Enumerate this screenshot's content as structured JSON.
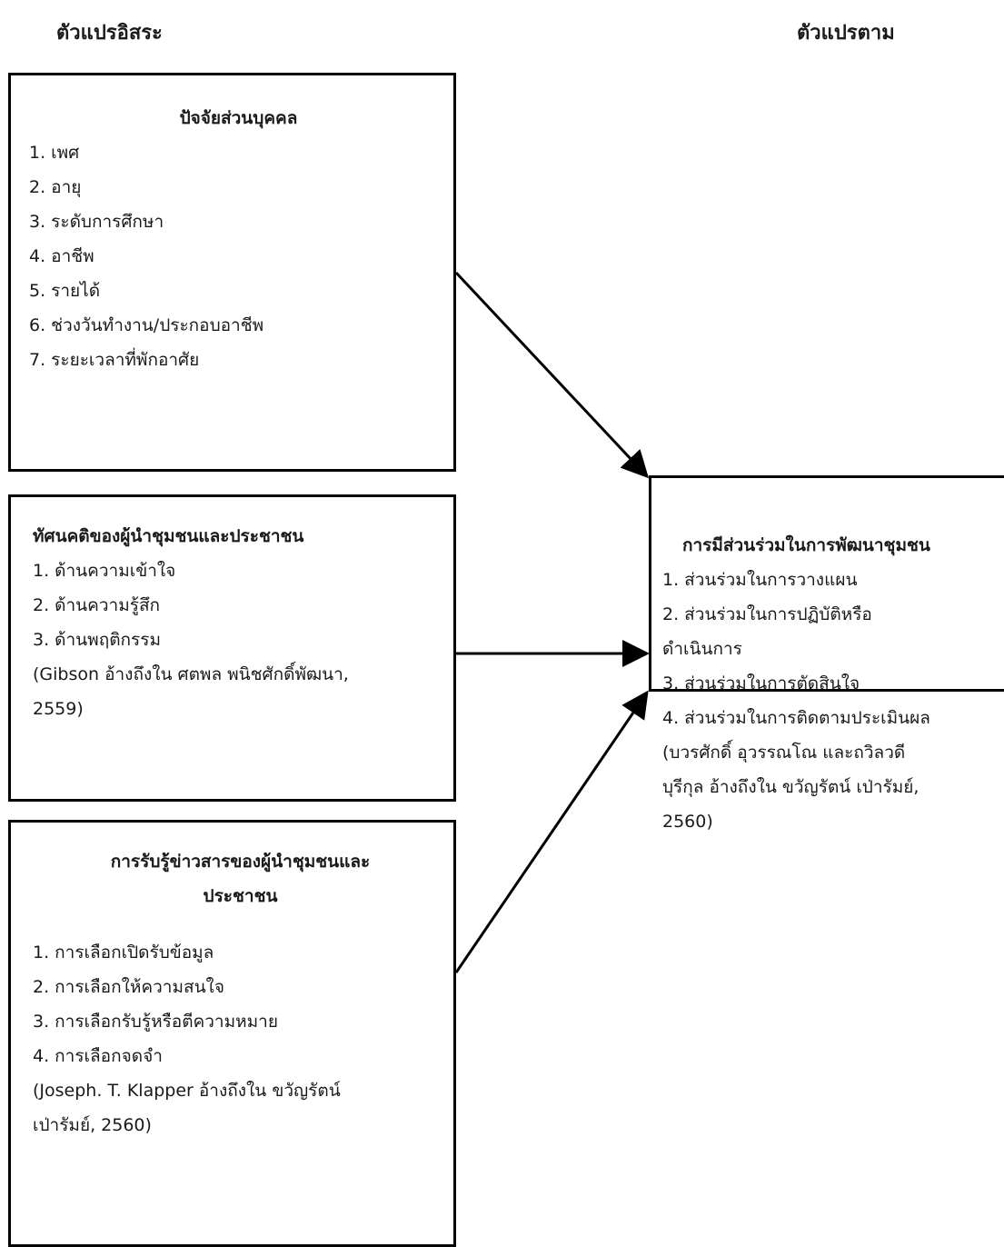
{
  "headings": {
    "independent": "ตัวแปรอิสระ",
    "dependent": "ตัวแปรตาม"
  },
  "box_personal": {
    "title": "ปัจจัยส่วนบุคคล",
    "items": [
      "1. เพศ",
      "2. อายุ",
      "3. ระดับการศึกษา",
      "4. อาชีพ",
      "5. รายได้",
      "6. ช่วงวันทำงาน/ประกอบอาชีพ",
      "7. ระยะเวลาที่พักอาศัย"
    ]
  },
  "box_attitude": {
    "title": "ทัศนคติของผู้นำชุมชนและประชาชน",
    "items": [
      "1. ด้านความเข้าใจ",
      "2. ด้านความรู้สึก",
      "3. ด้านพฤติกรรม"
    ],
    "citation_line1": "(Gibson อ้างถึงใน ศตพล พนิชศักดิ์พัฒนา,",
    "citation_line2": "2559)"
  },
  "box_perception": {
    "title_line1": "การรับรู้ข่าวสารของผู้นำชุมชนและ",
    "title_line2": "ประชาชน",
    "items": [
      "1. การเลือกเปิดรับข้อมูล",
      "2. การเลือกให้ความสนใจ",
      "3. การเลือกรับรู้หรือตีความหมาย",
      "4. การเลือกจดจำ"
    ],
    "citation_line1": "(Joseph. T. Klapper อ้างถึงใน ขวัญรัตน์",
    "citation_line2": "เป่ารัมย์, 2560)"
  },
  "box_participation": {
    "title": "การมีส่วนร่วมในการพัฒนาชุมชน",
    "items": [
      "1. ส่วนร่วมในการวางแผน",
      "2. ส่วนร่วมในการปฏิบัติหรือ",
      "ดำเนินการ",
      "3. ส่วนร่วมในการตัดสินใจ",
      "4. ส่วนร่วมในการติดตามประเมินผล"
    ],
    "citation_line1": "(บวรศักดิ์ อุวรรณโณ และถวิลวดี",
    "citation_line2": "บุรีกุล อ้างถึงใน ขวัญรัตน์ เป่ารัมย์,",
    "citation_line3": "2560)"
  }
}
